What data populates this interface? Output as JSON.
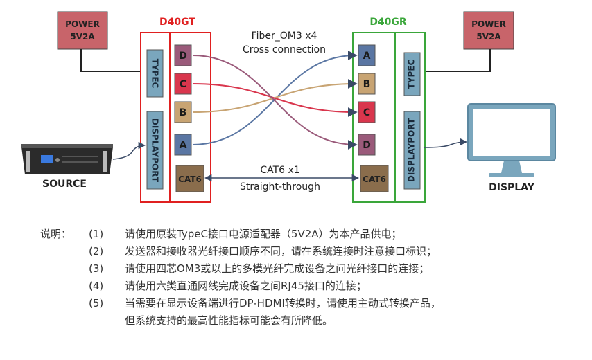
{
  "left_device": {
    "title": "D40GT",
    "color": "#e02020"
  },
  "right_device": {
    "title": "D40GR",
    "color": "#3aa63a"
  },
  "power_left": {
    "line1": "POWER",
    "line2": "5V2A"
  },
  "power_right": {
    "line1": "POWER",
    "line2": "5V2A"
  },
  "left_ports": {
    "typec": "TYPEC",
    "displayport": "DISPLAYPORT"
  },
  "right_ports": {
    "typec": "TYPEC",
    "displayport": "DISPLAYPORT"
  },
  "left_fiber": [
    "D",
    "C",
    "B",
    "A"
  ],
  "right_fiber": [
    "A",
    "B",
    "C",
    "D"
  ],
  "fiber_colors": {
    "A": "#5a76a3",
    "B": "#c8a473",
    "C": "#d9364d",
    "D": "#9a5a7a"
  },
  "cat6_left": "CAT6",
  "cat6_right": "CAT6",
  "fiber_label": {
    "line1": "Fiber_OM3  x4",
    "line2": "Cross connection"
  },
  "cat6_label": {
    "line1": "CAT6  x1",
    "line2": "Straight-through"
  },
  "source_label": "SOURCE",
  "display_label": "DISPLAY",
  "notes": {
    "heading": "说明：",
    "items": [
      {
        "num": "(1)",
        "text": "请使用原装TypeC接口电源适配器（5V2A）为本产品供电；"
      },
      {
        "num": "(2)",
        "text": "发送器和接收器光纤接口顺序不同，请在系统连接时注意接口标识；"
      },
      {
        "num": "(3)",
        "text": "请使用四芯OM3或以上的多模光纤完成设备之间光纤接口的连接；"
      },
      {
        "num": "(4)",
        "text": "请使用六类直通网线完成设备之间RJ45接口的连接；"
      },
      {
        "num": "(5)",
        "text": "当需要在显示设备端进行DP-HDMI转换时，请使用主动式转换产品，"
      }
    ],
    "continuation": "但系统支持的最高性能指标可能会有所降低。"
  }
}
